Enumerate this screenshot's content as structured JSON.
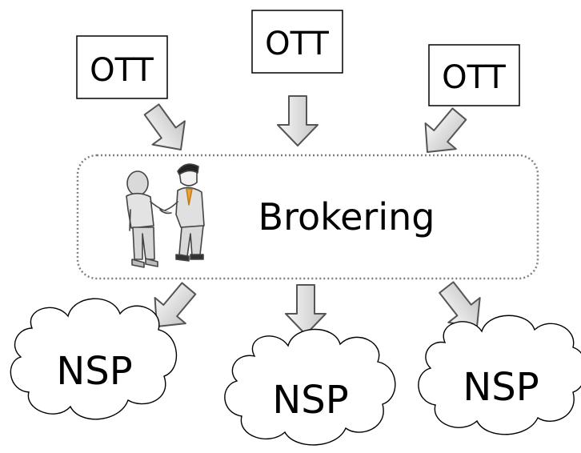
{
  "ott_nodes": [
    {
      "label": "OTT"
    },
    {
      "label": "OTT"
    },
    {
      "label": "OTT"
    }
  ],
  "broker": {
    "label": "Brokering",
    "icon": "handshake-icon"
  },
  "nsp_nodes": [
    {
      "label": "NSP"
    },
    {
      "label": "NSP"
    },
    {
      "label": "NSP"
    }
  ],
  "colors": {
    "arrow_fill_light": "#f4f4f4",
    "arrow_fill_dark": "#c8c8c8",
    "stroke": "#555555",
    "dotted_border": "#808080",
    "text": "#000000"
  }
}
